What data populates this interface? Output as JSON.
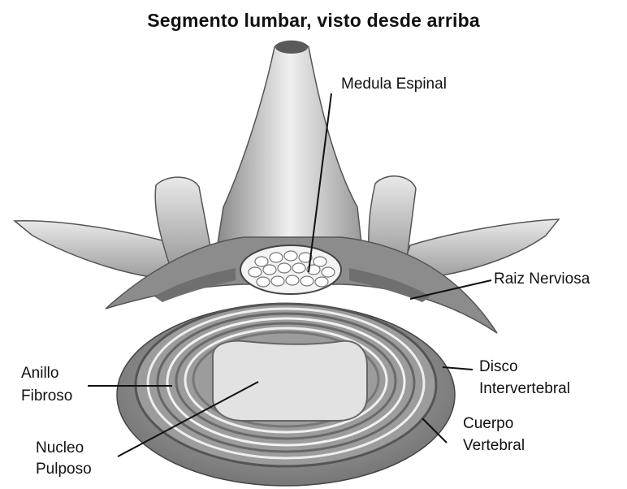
{
  "title": "Segmento lumbar, visto desde arriba",
  "labels": {
    "medula": "Medula Espinal",
    "raiz": "Raiz Nerviosa",
    "disco_1": "Disco",
    "disco_2": "Intervertebral",
    "cuerpo_1": "Cuerpo",
    "cuerpo_2": "Vertebral",
    "anillo_1": "Anillo",
    "anillo_2": "Fibroso",
    "nucleo_1": "Nucleo",
    "nucleo_2": "Pulposo"
  }
}
